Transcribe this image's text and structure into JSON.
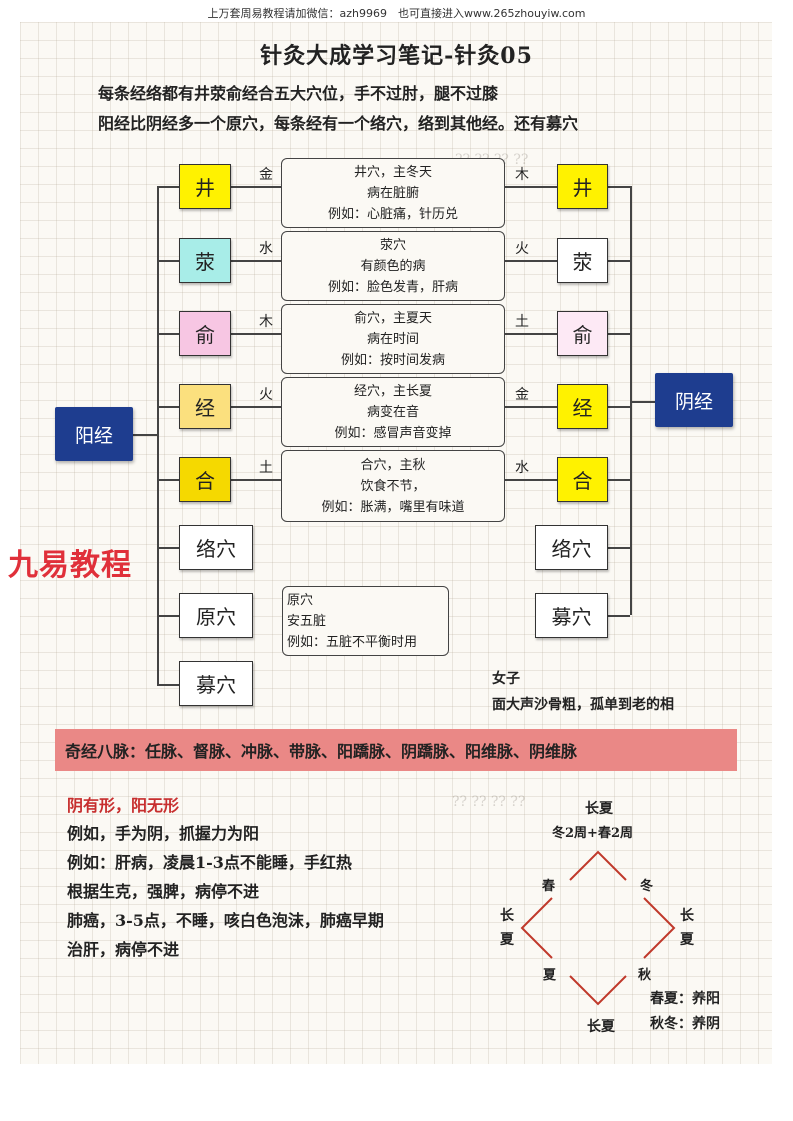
{
  "banner": "上万套周易教程请加微信：azh9969　也可直接进入www.265zhouyiw.com",
  "title": "针灸大成学习笔记-针灸05",
  "intro": [
    "每条经络都有井荥俞经合五大穴位，手不过肘，腿不过膝",
    "阳经比阴经多一个原穴，每条经有一个络穴，络到其他经。还有募穴"
  ],
  "yang_label": "阳经",
  "yin_label": "阴经",
  "left_points": [
    {
      "label": "井",
      "color": "#fff200",
      "element": "金"
    },
    {
      "label": "荥",
      "color": "#a8ede8",
      "element": "水"
    },
    {
      "label": "俞",
      "color": "#f7c6e3",
      "element": "木"
    },
    {
      "label": "经",
      "color": "#fbe07e",
      "element": "火"
    },
    {
      "label": "合",
      "color": "#f5d900",
      "element": "土"
    },
    {
      "label": "络穴",
      "color": "#ffffff",
      "element": ""
    },
    {
      "label": "原穴",
      "color": "#ffffff",
      "element": ""
    },
    {
      "label": "募穴",
      "color": "#ffffff",
      "element": ""
    }
  ],
  "right_points": [
    {
      "label": "井",
      "color": "#fff200",
      "element": "木"
    },
    {
      "label": "荥",
      "color": "#ffffff",
      "element": "火"
    },
    {
      "label": "俞",
      "color": "#fde9f5",
      "element": "土"
    },
    {
      "label": "经",
      "color": "#fff200",
      "element": "金"
    },
    {
      "label": "合",
      "color": "#fff200",
      "element": "水"
    },
    {
      "label": "络穴",
      "color": "#ffffff",
      "element": ""
    },
    {
      "label": "募穴",
      "color": "#ffffff",
      "element": ""
    }
  ],
  "descriptions": [
    [
      "井穴，主冬天",
      "病在脏腑",
      "例如：心脏痛，针历兑"
    ],
    [
      "荥穴",
      "有颜色的病",
      "例如：脸色发青，肝病"
    ],
    [
      "俞穴，主夏天",
      "病在时间",
      "例如：按时间发病"
    ],
    [
      "经穴，主长夏",
      "病变在音",
      "例如：感冒声音变掉"
    ],
    [
      "合穴，主秋",
      "饮食不节，",
      "例如：胀满，嘴里有味道"
    ]
  ],
  "yuan_note": [
    "原穴",
    "安五脏",
    "例如：五脏不平衡时用"
  ],
  "woman_note": [
    "女子",
    "面大声沙骨粗，孤单到老的相"
  ],
  "brand_watermark": "九易教程",
  "eight_vessels": "奇经八脉：任脉、督脉、冲脉、带脉、阳蹻脉、阴蹻脉、阳维脉、阴维脉",
  "notes_heading": "阴有形，阳无形",
  "notes": [
    "例如，手为阴，抓握力为阳",
    "例如：肝病，凌晨1-3点不能睡，手红热",
    "根据生克，强脾，病停不进",
    "肺癌，3-5点，不睡，咳白色泡沫，肺癌早期",
    "治肝，病停不进"
  ],
  "cycle": {
    "top": "长夏",
    "top_sub": "冬2周+春2周",
    "spring": "春",
    "winter": "冬",
    "left": "长夏",
    "right": "长夏",
    "summer": "夏",
    "autumn": "秋",
    "bottom": "长夏",
    "legend1": "春夏：养阳",
    "legend2": "秋冬：养阴"
  }
}
